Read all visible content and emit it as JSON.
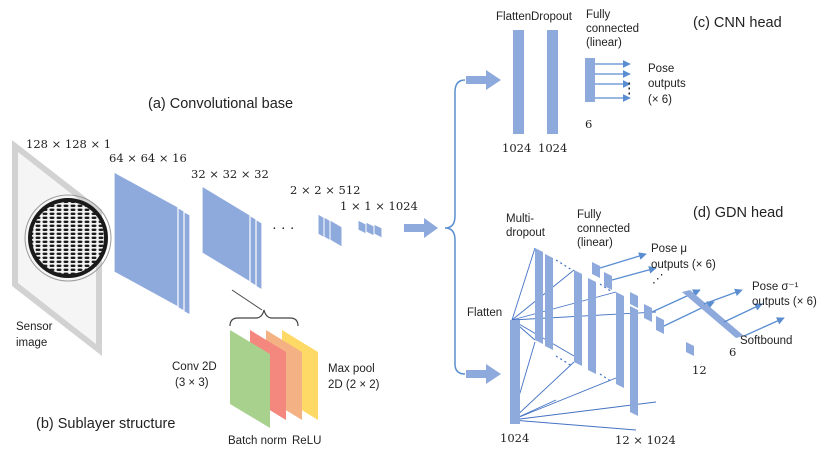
{
  "colors": {
    "layer_blue": "#8EA9DB",
    "arrow_blue": "#5B8ED0",
    "connector_blue": "#4472C4",
    "conv_green": "#A9D18E",
    "batchnorm_pink": "#F4877E",
    "relu_orange": "#F4B183",
    "maxpool_yellow": "#FFD966"
  },
  "sections": {
    "conv_base": "(a) Convolutional base",
    "sublayer": "(b) Sublayer structure",
    "cnn_head": "(c) CNN head",
    "gdn_head": "(d) GDN head"
  },
  "dims": {
    "input": "128 × 128 × 1",
    "l1": "64 × 64 × 16",
    "l2": "32 × 32 × 32",
    "ellipsis": "· · ·",
    "l3": "2 × 2 × 512",
    "l4": "1 × 1 × 1024"
  },
  "sensor": {
    "line1": "Sensor",
    "line2": "image"
  },
  "sublayer": {
    "conv_line1": "Conv 2D",
    "conv_line2": "(3 × 3)",
    "batch_norm": "Batch norm",
    "relu": "ReLU",
    "maxpool_line1": "Max pool",
    "maxpool_line2": "2D (2 × 2)"
  },
  "cnn": {
    "flatten": "Flatten",
    "dropout": "Dropout",
    "fc_line1": "Fully",
    "fc_line2": "connected",
    "fc_line3": "(linear)",
    "pose_line1": "Pose",
    "pose_line2": "outputs",
    "pose_line3": "(× 6)",
    "n_flatten": "1024",
    "n_dropout": "1024",
    "n_fc": "6"
  },
  "gdn": {
    "flatten": "Flatten",
    "multi_line1": "Multi-",
    "multi_line2": "dropout",
    "fc_line1": "Fully",
    "fc_line2": "connected",
    "fc_line3": "(linear)",
    "mu_line1": "Pose μ",
    "mu_line2": "outputs (× 6)",
    "sigma_line1": "Pose σ⁻¹",
    "sigma_line2": "outputs (× 6)",
    "softbound": "Softbound",
    "n_flatten": "1024",
    "n_multi": "12 × 1024",
    "n_fc": "12",
    "n_out": "6"
  }
}
